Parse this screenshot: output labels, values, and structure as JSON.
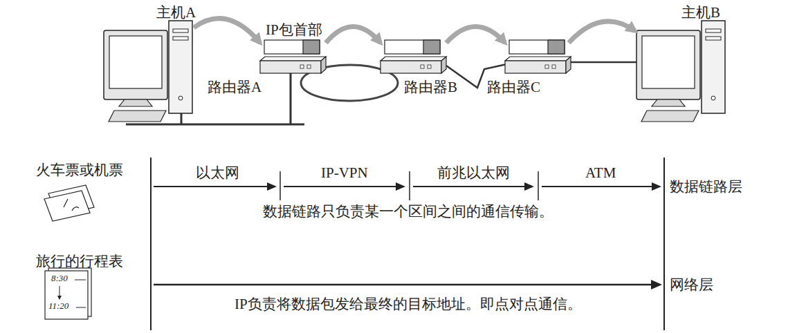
{
  "diagram": {
    "nodes": [
      {
        "text": [
          "主机A"
        ]
      },
      {
        "text": [
          "路由器A"
        ]
      },
      {
        "text": [
          "路由器B"
        ]
      },
      {
        "text": [
          "路由器C"
        ]
      },
      {
        "text": [
          "主机B"
        ]
      }
    ],
    "edges": [
      {
        "from": 0,
        "to": 1,
        "arrow": "to"
      },
      {
        "from": 1,
        "to": 2,
        "arrow": "to"
      },
      {
        "from": 2,
        "to": 3,
        "arrow": "to"
      },
      {
        "from": 3,
        "to": 4,
        "arrow": "to"
      }
    ],
    "labels": [
      "IP包首部",
      "火车票或机票",
      "以太网",
      "IP-VPN",
      "前兆以太网",
      "ATM",
      "数据链路层",
      "数据链路只负责某一个区间之间的通信传输。",
      "旅行的行程表",
      "8:30",
      "11:20",
      "IP负责将数据包发给最终的目标地址。即点对点通信。",
      "网络层"
    ]
  }
}
